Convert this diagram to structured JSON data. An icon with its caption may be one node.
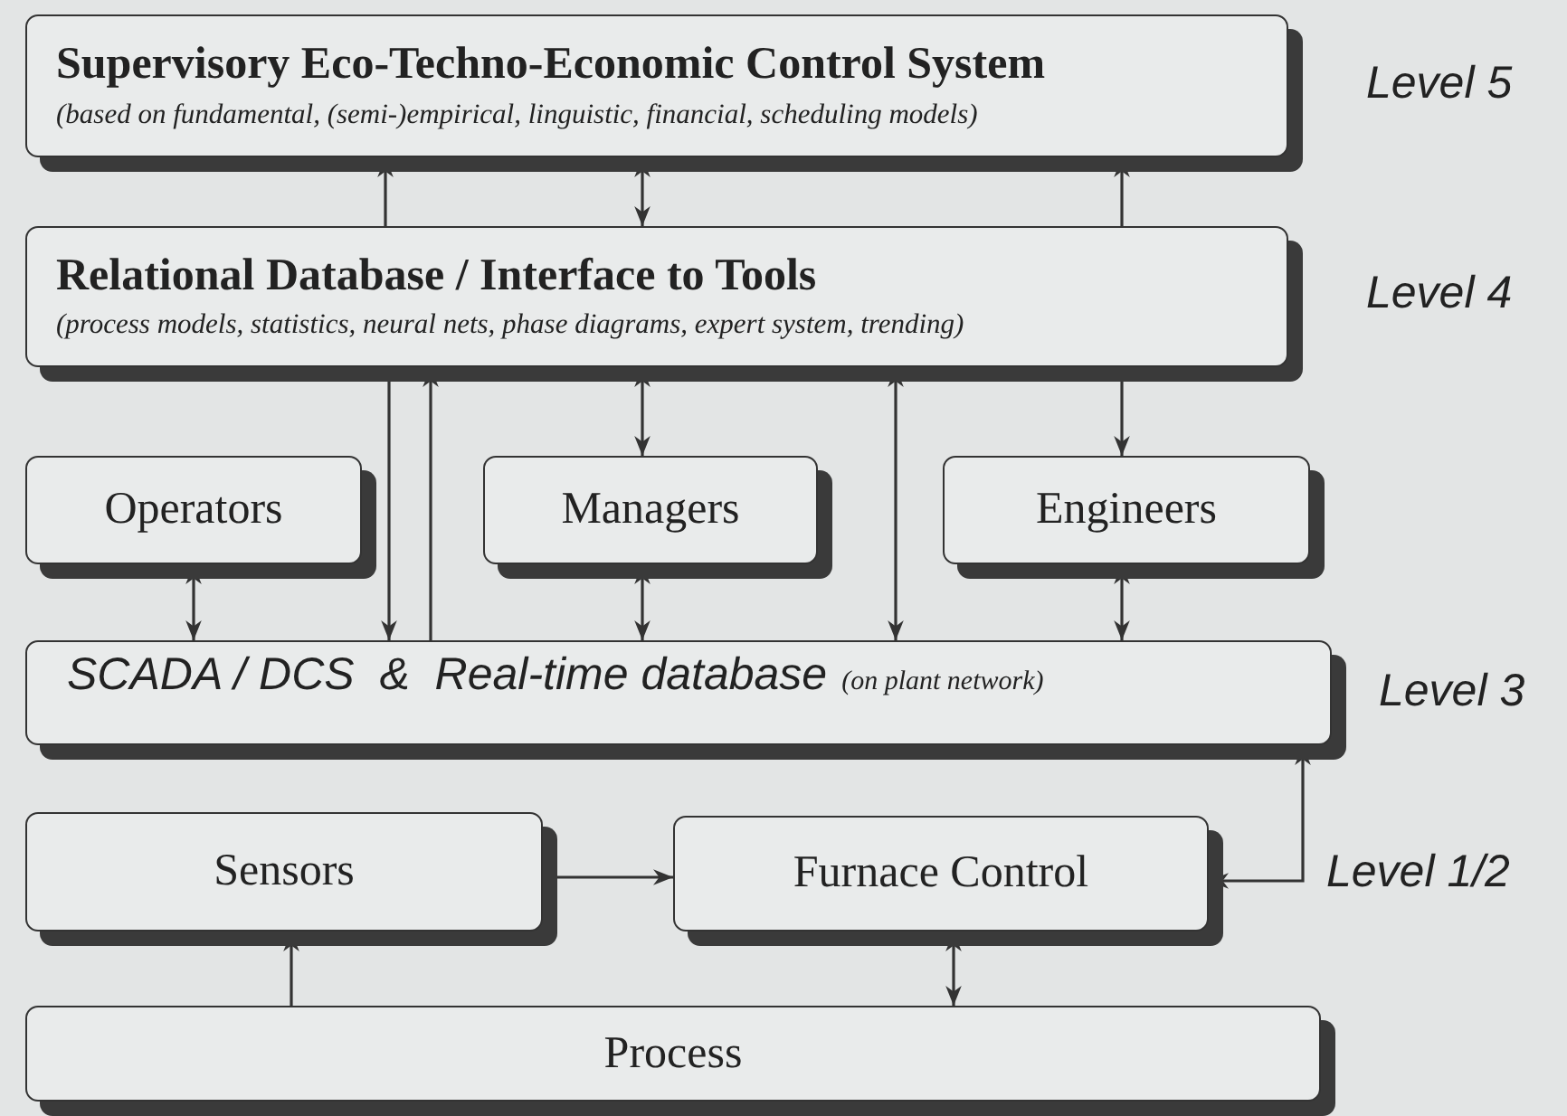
{
  "diagram": {
    "nodes": [
      {
        "text": [
          "Supervisory Eco-Techno-Economic Control System",
          "(based on fundamental, (semi-)empirical, linguistic, financial, scheduling models)"
        ]
      },
      {
        "text": [
          "Relational Database / Interface to Tools",
          "(process models, statistics, neural nets, phase diagrams, expert system, trending)"
        ]
      },
      {
        "text": [
          "Operators"
        ]
      },
      {
        "text": [
          "Managers"
        ]
      },
      {
        "text": [
          "Engineers"
        ]
      },
      {
        "text": [
          "SCADA / DCS  &  Real-time database",
          "(on plant network)"
        ]
      },
      {
        "text": [
          "Sensors"
        ]
      },
      {
        "text": [
          "Furnace Control"
        ]
      },
      {
        "text": [
          "Process"
        ]
      }
    ],
    "edges": [
      {
        "from": 1,
        "to": 0,
        "arrow": "to"
      },
      {
        "from": 1,
        "to": 0,
        "arrow": "both"
      },
      {
        "from": 1,
        "to": 0,
        "arrow": "to"
      },
      {
        "from": 1,
        "to": 5,
        "arrow": "to"
      },
      {
        "from": 5,
        "to": 1,
        "arrow": "to"
      },
      {
        "from": 1,
        "to": 3,
        "arrow": "both"
      },
      {
        "from": 1,
        "to": 5,
        "arrow": "both"
      },
      {
        "from": 1,
        "to": 4,
        "arrow": "to"
      },
      {
        "from": 2,
        "to": 5,
        "arrow": "both"
      },
      {
        "from": 3,
        "to": 5,
        "arrow": "both"
      },
      {
        "from": 4,
        "to": 5,
        "arrow": "both"
      },
      {
        "from": 6,
        "to": 7,
        "arrow": "to"
      },
      {
        "from": 8,
        "to": 6,
        "arrow": "to"
      },
      {
        "from": 7,
        "to": 8,
        "arrow": "both"
      },
      {
        "from": 7,
        "to": 5,
        "arrow": "both"
      }
    ],
    "labels": [
      "Level 5",
      "Level 4",
      "Level 3",
      "Level 1/2"
    ]
  }
}
